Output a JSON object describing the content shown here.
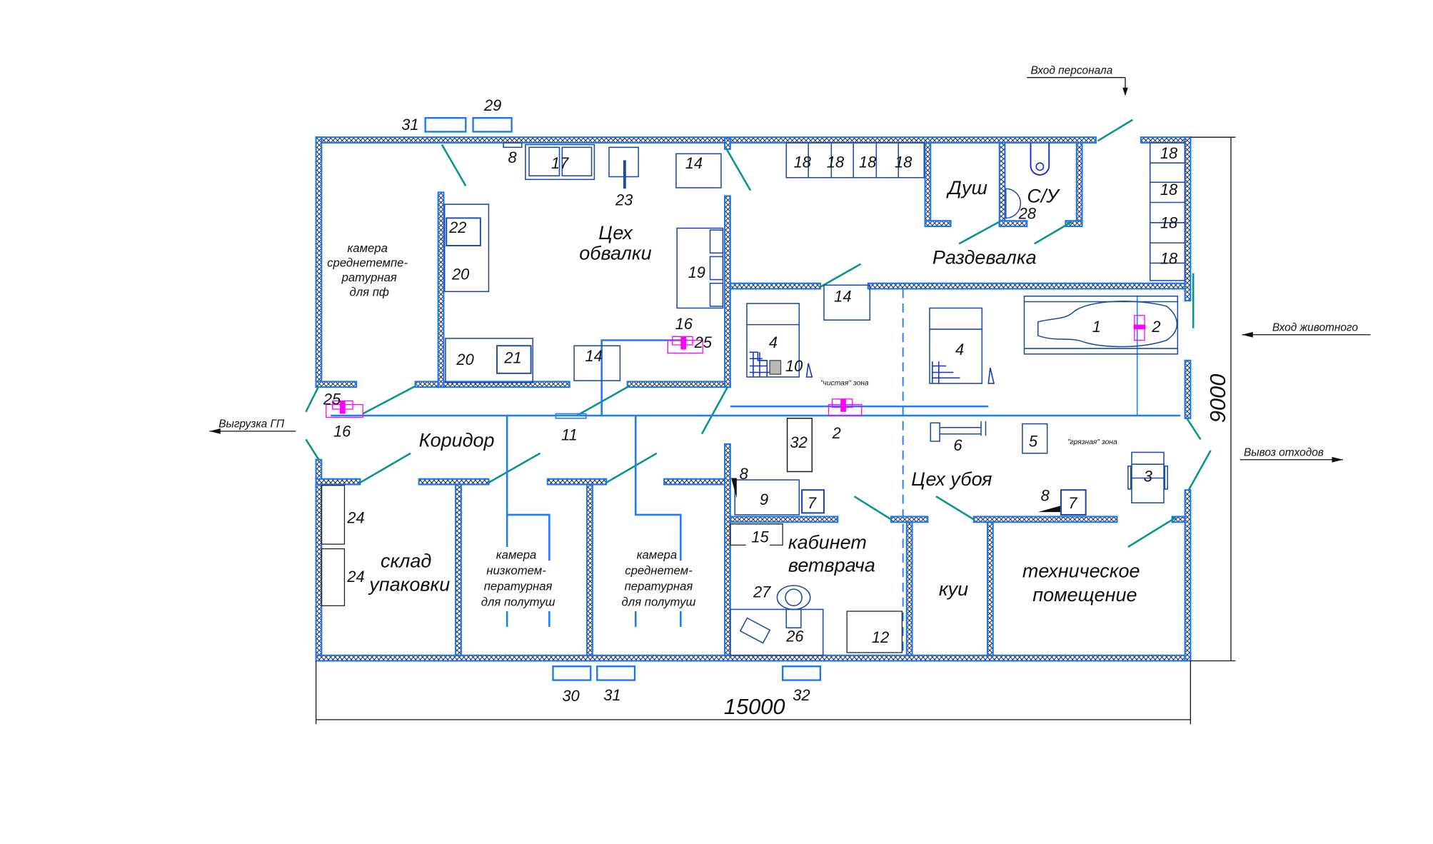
{
  "title": "План цеха",
  "rooms": {
    "chamber_pf": [
      "камера",
      "среднетемпе-",
      "ратурная",
      "для пф"
    ],
    "deboning": [
      "Цех",
      "обвалки"
    ],
    "changing": "Раздевалка",
    "shower": "Душ",
    "wc": "С/У",
    "corridor": "Коридор",
    "packaging": [
      "склад",
      "упаковки"
    ],
    "chamber_low": [
      "камера",
      "низкотем-",
      "пературная",
      "для полутуш"
    ],
    "chamber_mid": [
      "камера",
      "среднетем-",
      "пературная",
      "для полутуш"
    ],
    "vet": [
      "кабинет",
      "ветврача"
    ],
    "slaughter": "Цех убоя",
    "kui": "куи",
    "technical": [
      "техническое",
      "помещение"
    ]
  },
  "zones": {
    "clean": "\"чистая\" зона",
    "dirty": "\"грязная\" зона"
  },
  "annotations": {
    "staff_entry": "Вход персонала",
    "animal_entry": "Вход животного",
    "waste_exit": "Вывоз отходов",
    "unloading": "Выгрузка ГП"
  },
  "dimensions": {
    "width": "15000",
    "height": "9000"
  },
  "equipment": {
    "n31_top": "31",
    "n29": "29",
    "n8_top": "8",
    "n17": "17",
    "n23": "23",
    "n14_a": "14",
    "n18_1": "18",
    "n18_2": "18",
    "n18_3": "18",
    "n18_4": "18",
    "n18_5": "18",
    "n18_6": "18",
    "n18_7": "18",
    "n18_8": "18",
    "n28": "28",
    "n22": "22",
    "n20_a": "20",
    "n19": "19",
    "n16_a": "16",
    "n25_a": "25",
    "n20_b": "20",
    "n21": "21",
    "n14_b": "14",
    "n14_c": "14",
    "n4_a": "4",
    "n10": "10",
    "n4_b": "4",
    "n1": "1",
    "n2_a": "2",
    "n25_b": "25",
    "n16_b": "16",
    "n11": "11",
    "n32_a": "32",
    "n2_b": "2",
    "n6": "6",
    "n5": "5",
    "n3": "3",
    "n8_b": "8",
    "n9": "9",
    "n7_a": "7",
    "n8_c": "8",
    "n7_b": "7",
    "n15": "15",
    "n27": "27",
    "n26": "26",
    "n12": "12",
    "n24_a": "24",
    "n24_b": "24",
    "n30": "30",
    "n31_bot": "31",
    "n32_b": "32"
  },
  "colors": {
    "wall": "#1574ff",
    "door": "#0a948e",
    "equipment": "#1b4aa8",
    "fan": "#ff00ff"
  }
}
